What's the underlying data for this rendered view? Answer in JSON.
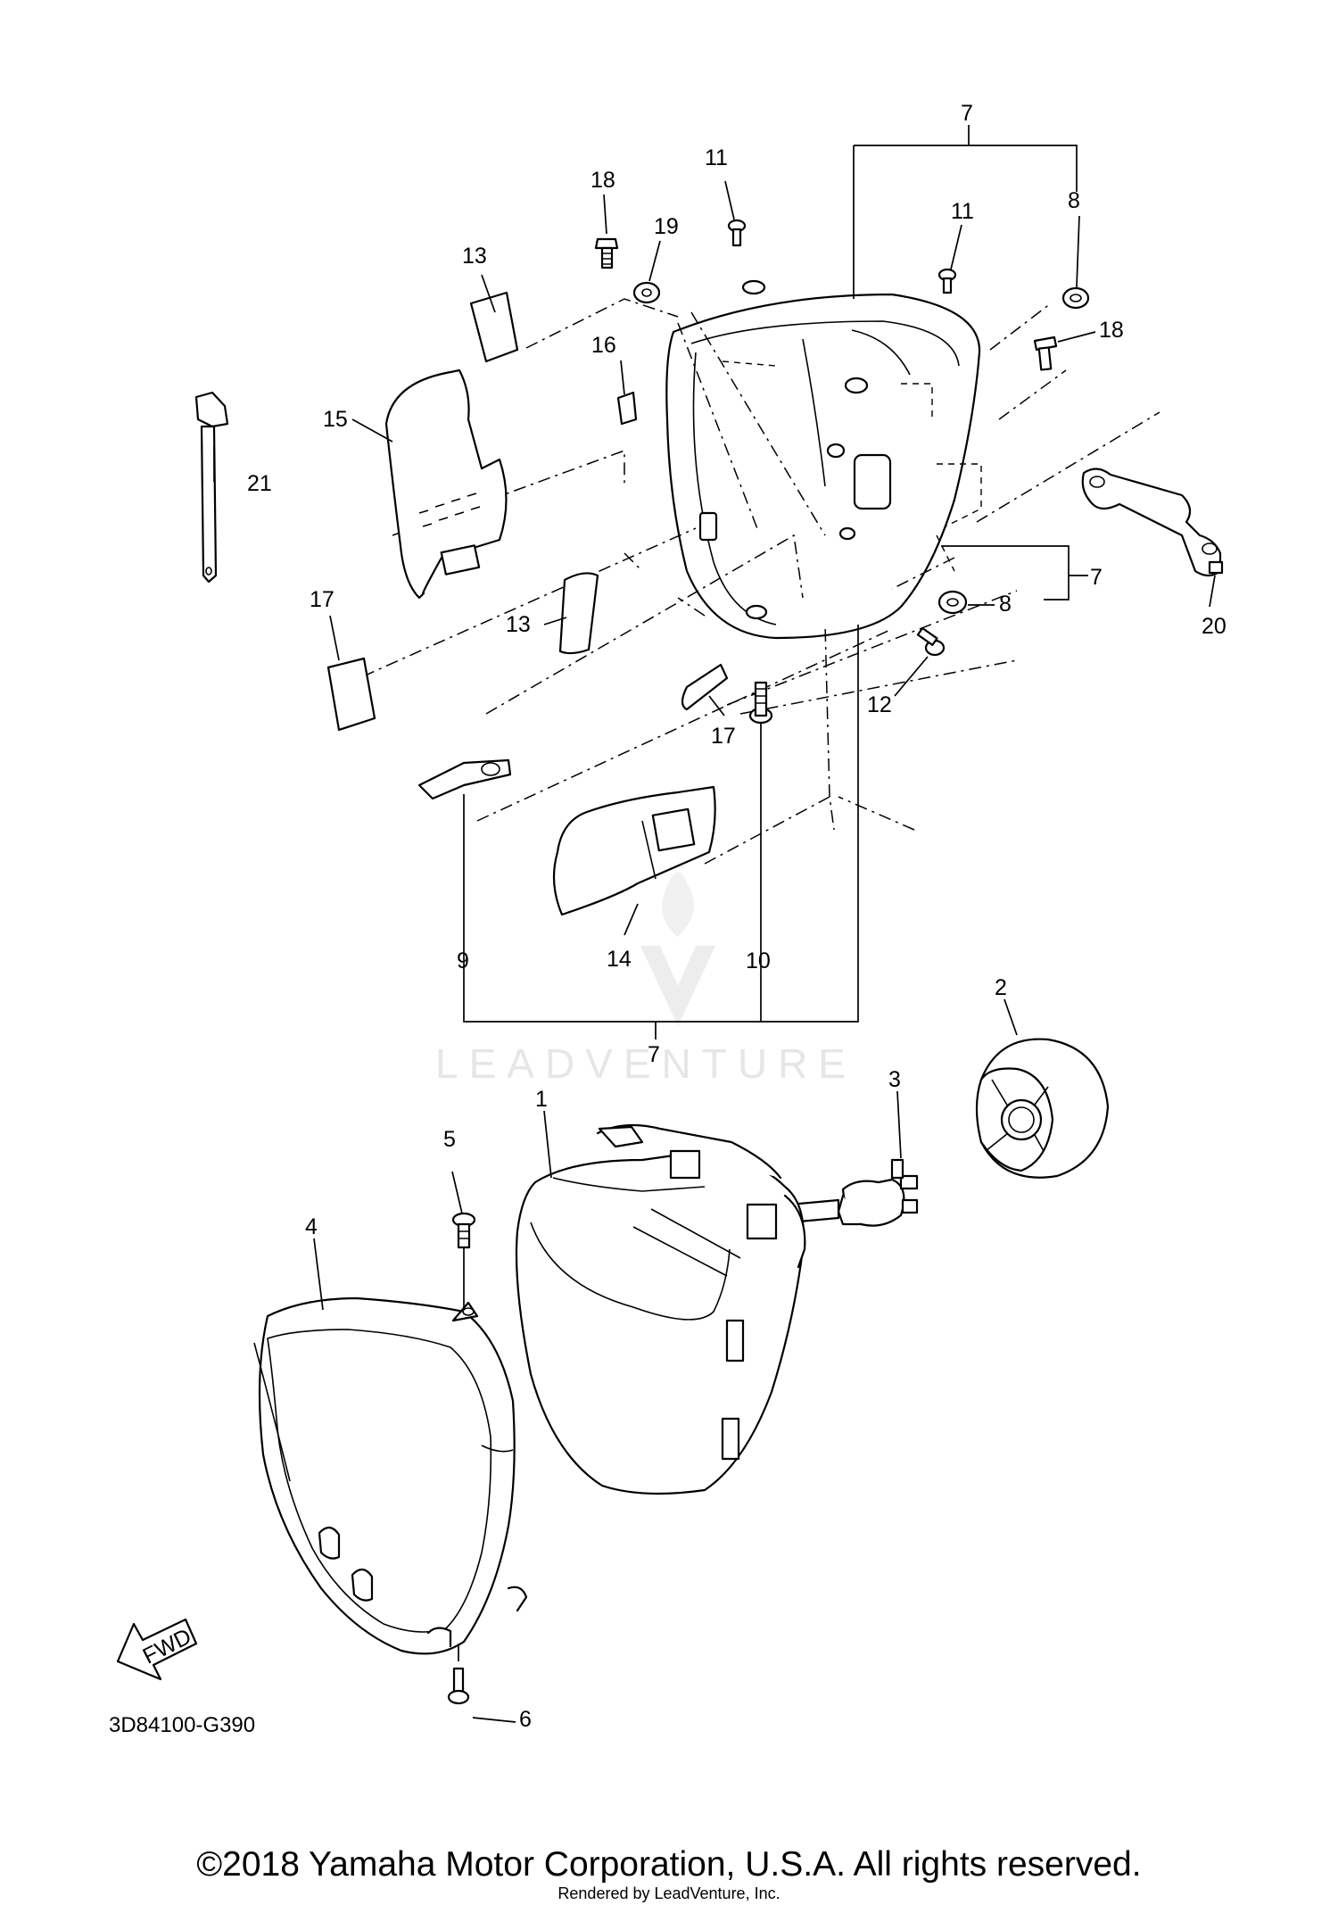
{
  "callouts": {
    "c1": "1",
    "c2": "2",
    "c3": "3",
    "c4": "4",
    "c5": "5",
    "c6": "6",
    "c7_top": "7",
    "c7_right": "7",
    "c7_bottom": "7",
    "c8_top": "8",
    "c8_right": "8",
    "c9": "9",
    "c10": "10",
    "c11_left": "11",
    "c11_right": "11",
    "c12": "12",
    "c13_top": "13",
    "c13_mid": "13",
    "c14": "14",
    "c15": "15",
    "c16": "16",
    "c17_left": "17",
    "c17_right": "17",
    "c18_left": "18",
    "c18_right": "18",
    "c19": "19",
    "c20": "20",
    "c21": "21"
  },
  "fwd_label": "FWD",
  "watermark": "LEADVENTURE",
  "diagram_code": "3D84100-G390",
  "copyright": "©2018 Yamaha Motor Corporation, U.S.A. All rights reserved.",
  "rendered_by": "Rendered by LeadVenture, Inc."
}
